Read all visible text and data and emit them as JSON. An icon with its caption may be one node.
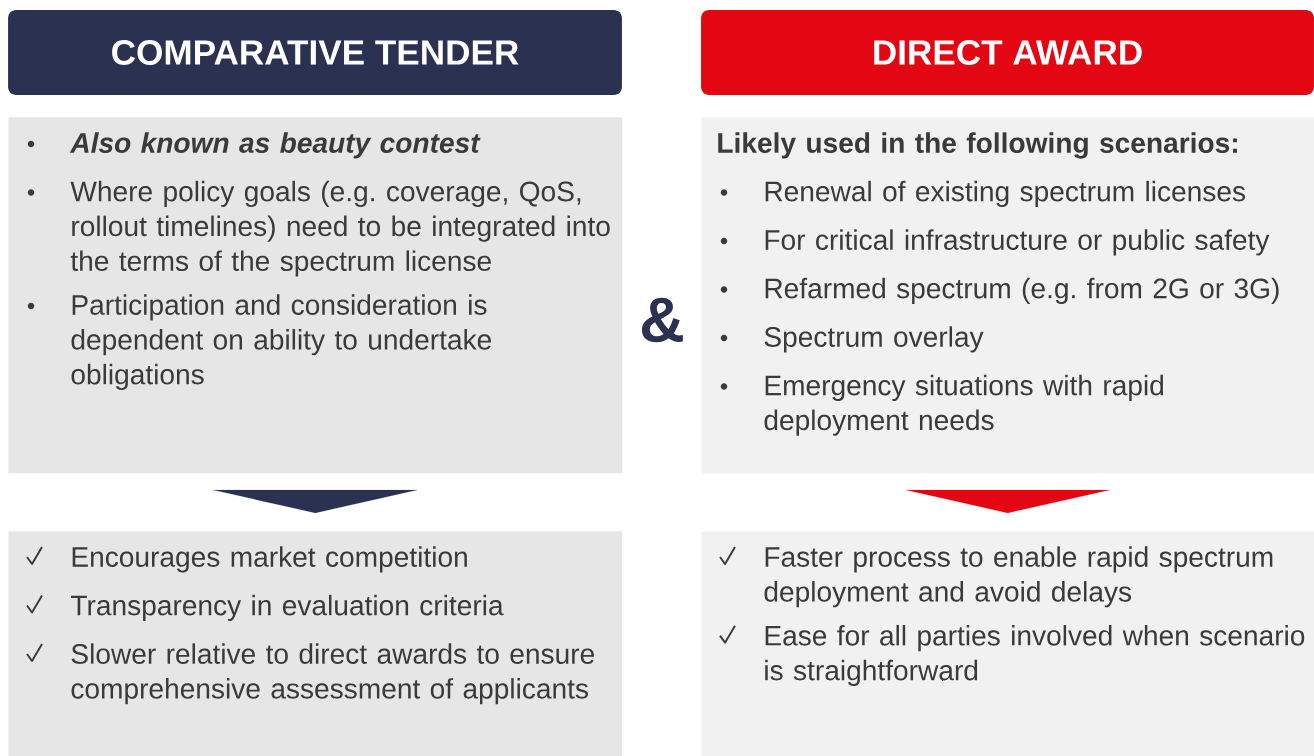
{
  "diagram": {
    "nodes": [
      {
        "text": [
          "COMPARATIVE TENDER"
        ]
      },
      {
        "text": [
          "Also known as beauty contest",
          "Where policy goals (e.g. coverage, QoS, rollout timelines) need to be integrated into the terms of the spectrum license",
          "Participation and consideration is dependent on ability to undertake obligations"
        ]
      },
      {
        "text": [
          "DIRECT AWARD"
        ]
      },
      {
        "text": [
          "Likely used in the following scenarios:",
          "Renewal of existing spectrum licenses",
          "For critical infrastructure or public safety",
          "Refarmed spectrum (e.g. from 2G or 3G)",
          "Spectrum overlay",
          "Emergency situations with rapid deployment needs"
        ]
      },
      {
        "text": [
          "Encourages market competition",
          "Transparency in evaluation criteria",
          "Slower relative to direct awards to ensure comprehensive assessment of applicants"
        ]
      },
      {
        "text": [
          "Faster process to enable rapid spectrum deployment and avoid delays",
          "Ease for all parties involved when scenario is straightforward"
        ]
      }
    ],
    "edges": [
      {
        "from": 1,
        "to": 4,
        "arrow": "to",
        "color": "#2b3150"
      },
      {
        "from": 3,
        "to": 5,
        "arrow": "to",
        "color": "#e30613"
      }
    ],
    "labels": [
      "&"
    ]
  }
}
